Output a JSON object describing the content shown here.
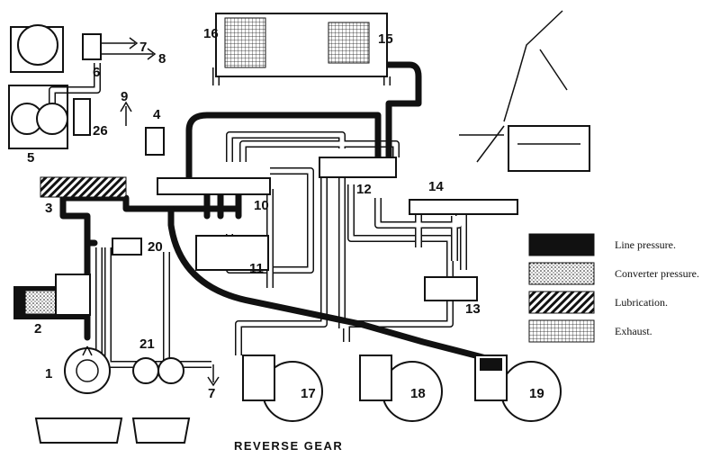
{
  "caption": "REVERSE GEAR",
  "legend": [
    {
      "label": "Line pressure.",
      "pattern": "solid"
    },
    {
      "label": "Converter pressure.",
      "pattern": "dots"
    },
    {
      "label": "Lubrication.",
      "pattern": "hatch"
    },
    {
      "label": "Exhaust.",
      "pattern": "grid"
    }
  ],
  "component_numbers": [
    "1",
    "2",
    "3",
    "4",
    "5",
    "6",
    "7",
    "8",
    "9",
    "10",
    "11",
    "12",
    "13",
    "14",
    "15",
    "16",
    "17",
    "18",
    "19",
    "20",
    "21",
    "26"
  ],
  "outlet_labels": {
    "seven_top": "7",
    "eight": "8",
    "nine": "9",
    "seven_bottom": "7"
  },
  "colors": {
    "ink": "#111111",
    "paper": "#ffffff"
  }
}
